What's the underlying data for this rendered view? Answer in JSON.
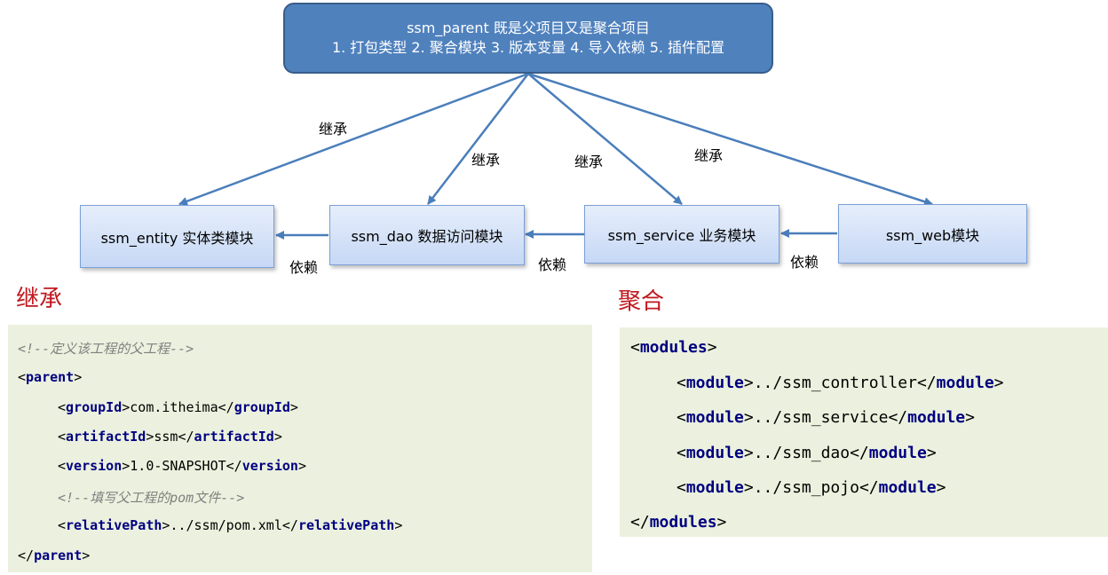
{
  "parent_box": {
    "title": "ssm_parent 既是父项目又是聚合项目",
    "subtitle": "1. 打包类型  2. 聚合模块 3. 版本变量 4. 导入依赖 5. 插件配置"
  },
  "modules": {
    "entity": "ssm_entity 实体类模块",
    "dao": "ssm_dao 数据访问模块",
    "service": "ssm_service 业务模块",
    "web": "ssm_web模块"
  },
  "edge_labels": {
    "inherit": "继承",
    "depend": "依赖"
  },
  "sections": {
    "inherit_title": "继承",
    "aggregate_title": "聚合"
  },
  "inherit_code": {
    "comment_parent": "<!--定义该工程的父工程-->",
    "parent_open": "parent",
    "groupId_tag": "groupId",
    "groupId_value": "com.itheima",
    "artifactId_tag": "artifactId",
    "artifactId_value": "ssm",
    "version_tag": "version",
    "version_value": "1.0-SNAPSHOT",
    "comment_pom": "<!--填写父工程的pom文件-->",
    "relativePath_tag": "relativePath",
    "relativePath_value": "../ssm/pom.xml"
  },
  "aggregate_code": {
    "modules_tag": "modules",
    "module_tag": "module",
    "items": [
      "../ssm_controller",
      "../ssm_service",
      "../ssm_dao",
      "../ssm_pojo"
    ]
  },
  "colors": {
    "parent_fill": "#4f81bd",
    "arrow": "#4a7ebb",
    "section_title": "#c0181e",
    "code_bg": "#ebf1de",
    "xml_tag": "#000080",
    "xml_comment": "#808080"
  }
}
